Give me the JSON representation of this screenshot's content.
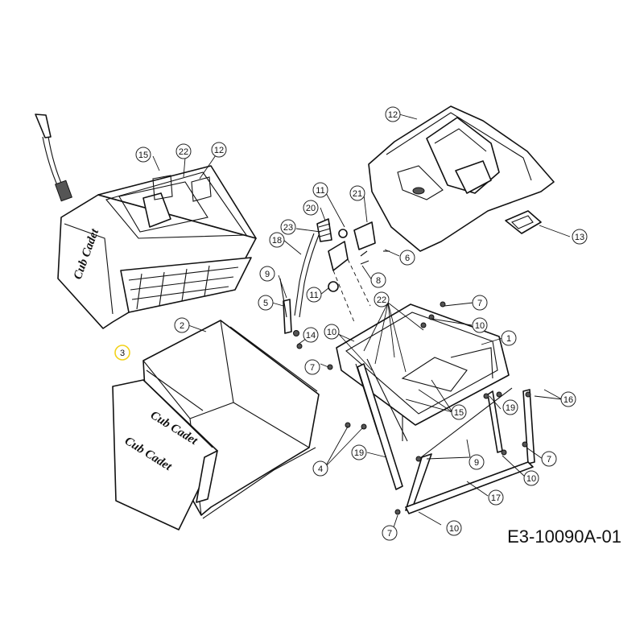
{
  "drawing_code": "E3-10090A-01",
  "brand_mark": "Cub Cadet",
  "highlight_color": "#f2d21b",
  "callouts": [
    {
      "label": "1"
    },
    {
      "label": "2"
    },
    {
      "label": "3"
    },
    {
      "label": "4"
    },
    {
      "label": "5"
    },
    {
      "label": "6"
    },
    {
      "label": "7"
    },
    {
      "label": "7"
    },
    {
      "label": "7"
    },
    {
      "label": "7"
    },
    {
      "label": "7"
    },
    {
      "label": "8"
    },
    {
      "label": "9"
    },
    {
      "label": "9"
    },
    {
      "label": "10"
    },
    {
      "label": "10"
    },
    {
      "label": "10"
    },
    {
      "label": "10"
    },
    {
      "label": "11"
    },
    {
      "label": "11"
    },
    {
      "label": "12"
    },
    {
      "label": "12"
    },
    {
      "label": "13"
    },
    {
      "label": "14"
    },
    {
      "label": "15"
    },
    {
      "label": "15"
    },
    {
      "label": "16"
    },
    {
      "label": "17"
    },
    {
      "label": "18"
    },
    {
      "label": "19"
    },
    {
      "label": "19"
    },
    {
      "label": "20"
    },
    {
      "label": "21"
    },
    {
      "label": "22"
    },
    {
      "label": "22"
    },
    {
      "label": "23"
    }
  ]
}
